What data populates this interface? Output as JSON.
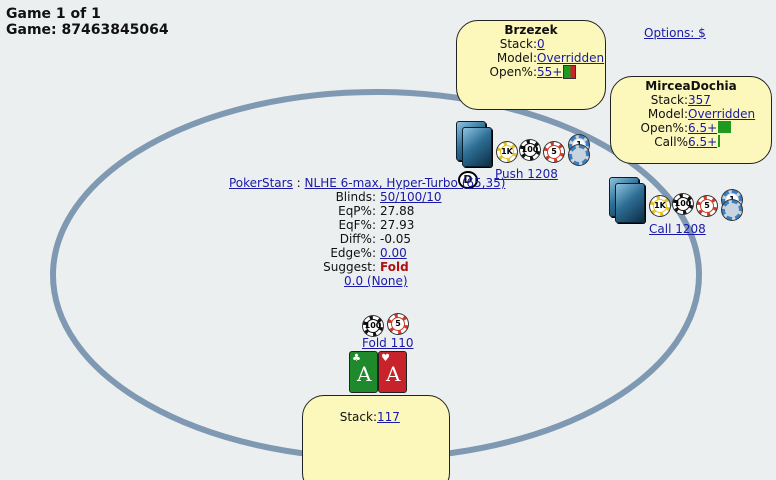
{
  "header": {
    "game_counter": "Game 1 of 1",
    "game_id": "Game: 87463845064"
  },
  "options_link": "Options: $",
  "players": {
    "brzezek": {
      "name": "Brzezek",
      "stack_label": "Stack:",
      "stack": "0",
      "model_label": "Model:",
      "model": "Overridden",
      "open_label": "Open%:",
      "open": "55+"
    },
    "mircea": {
      "name": "MirceaDochia",
      "stack_label": "Stack:",
      "stack": "357",
      "model_label": "Model:",
      "model": "Overridden",
      "open_label": "Open%:",
      "open": "6.5+",
      "call_label": "Call%",
      "call": "6.5+"
    },
    "hero": {
      "stack_label": "Stack:",
      "stack": "117"
    }
  },
  "actions": {
    "brzezek": "Push 1208",
    "mircea": "Call 1208",
    "hero": "Fold 110"
  },
  "dealer_button": "D",
  "chips": {
    "k1": "1K",
    "c100": "100",
    "c5": "5",
    "c1": "1"
  },
  "info": {
    "site": "PokerStars",
    "separator": " : ",
    "game_type": "NLHE 6-max, Hyper-Turbo (65,35)",
    "blinds_label": "Blinds:",
    "blinds": "50/100/10",
    "eqp_label": "EqP%:",
    "eqp": "27.88",
    "eqf_label": "EqF%:",
    "eqf": "27.93",
    "diff_label": "Diff%:",
    "diff": "-0.05",
    "edge_label": "Edge%:",
    "edge": "0.00",
    "suggest_label": "Suggest:",
    "suggest": "Fold",
    "ev_line": "0.0 (None)"
  },
  "hero_cards": [
    {
      "rank": "A",
      "suit": "♣",
      "color": "#1f8a2b"
    },
    {
      "rank": "A",
      "suit": "♥",
      "color": "#c8232a"
    }
  ],
  "colors": {
    "table_rail": "#7f99b3",
    "player_box": "#fcf7ba",
    "flag_green": "#1f9a1f",
    "flag_red": "#c8232a"
  }
}
